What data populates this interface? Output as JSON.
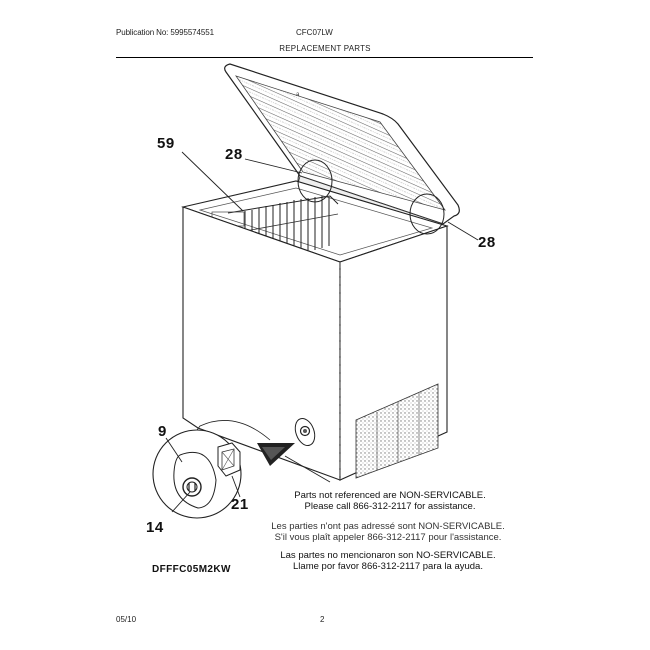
{
  "header": {
    "publication": "Publication No: 5995574551",
    "model": "CFC07LW",
    "title": "REPLACEMENT PARTS"
  },
  "diagram": {
    "subject": "chest-freezer-exploded-view",
    "callouts": [
      {
        "id": "c59",
        "label": "59"
      },
      {
        "id": "c28a",
        "label": "28"
      },
      {
        "id": "c28b",
        "label": "28"
      },
      {
        "id": "c9",
        "label": "9"
      },
      {
        "id": "c21",
        "label": "21"
      },
      {
        "id": "c14",
        "label": "14"
      }
    ]
  },
  "notices": {
    "english": {
      "line1": "Parts not referenced are NON-SERVICABLE.",
      "line2": "Please call 866-312-2117 for assistance."
    },
    "french": {
      "line1": "Les parties n'ont pas adressé sont NON-SERVICABLE.",
      "line2": "S'il vous plaît appeler 866-312-2117 pour l'assistance."
    },
    "spanish": {
      "line1": "Las partes no mencionaron son NO-SERVICABLE.",
      "line2": "Llame por favor 866-312-2117 para la ayuda."
    }
  },
  "model_code": "DFFFC05M2KW",
  "footer": {
    "date": "05/10",
    "page": "2"
  },
  "colors": {
    "ink": "#111111",
    "paper": "#ffffff",
    "hatch": "#555555"
  }
}
